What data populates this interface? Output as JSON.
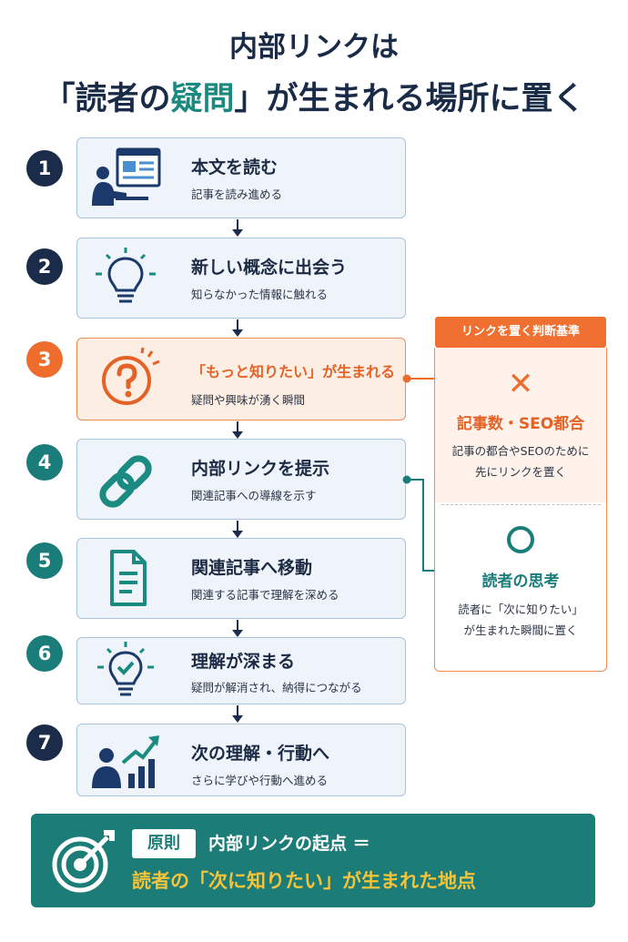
{
  "title": {
    "line1": "内部リンクは",
    "line2_pre": "「読者の",
    "line2_hl": "疑問",
    "line2_post": "」が生まれる場所に置く"
  },
  "steps": [
    {
      "num": "1",
      "title": "本文を読む",
      "sub": "記事を読み進める",
      "icon": "reader-at-computer-icon"
    },
    {
      "num": "2",
      "title": "新しい概念に出会う",
      "sub": "知らなかった情報に触れる",
      "icon": "lightbulb-icon"
    },
    {
      "num": "3",
      "title": "「もっと知りたい」が生まれる",
      "sub": "疑問や興味が湧く瞬間",
      "icon": "question-mark-icon"
    },
    {
      "num": "4",
      "title": "内部リンクを提示",
      "sub": "関連記事への導線を示す",
      "icon": "link-icon"
    },
    {
      "num": "5",
      "title": "関連記事へ移動",
      "sub": "関連する記事で理解を深める",
      "icon": "document-icon"
    },
    {
      "num": "6",
      "title": "理解が深まる",
      "sub": "疑問が解消され、納得につながる",
      "icon": "lightbulb-check-icon"
    },
    {
      "num": "7",
      "title": "次の理解・行動へ",
      "sub": "さらに学びや行動へ進める",
      "icon": "person-growth-chart-icon"
    }
  ],
  "side": {
    "header": "リンクを置く判断基準",
    "bad_mark": "✕",
    "bad_title": "記事数・SEO都合",
    "bad_text1": "記事の都合やSEOのために",
    "bad_text2": "先にリンクを置く",
    "good_mark": "○",
    "good_title": "読者の思考",
    "good_text1": "読者に「次に知りたい」",
    "good_text2": "が生まれた瞬間に置く"
  },
  "banner": {
    "badge": "原則",
    "line1": "内部リンクの起点 ＝",
    "line2": "読者の「次に知りたい」が生まれた地点",
    "icon": "target-arrow-icon"
  },
  "colors": {
    "navy": "#1b2b4a",
    "orange": "#ee6c2c",
    "teal": "#1b7d7a",
    "yellow": "#f5c43b"
  }
}
